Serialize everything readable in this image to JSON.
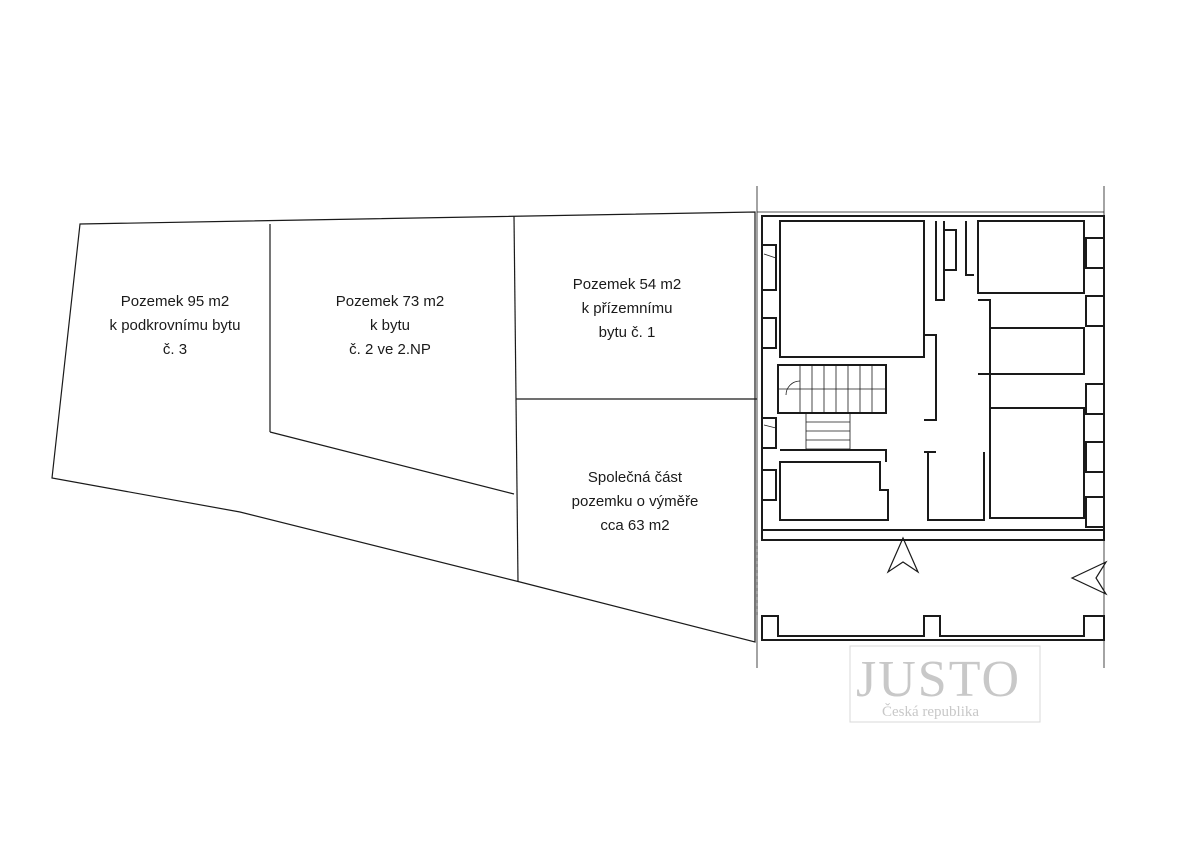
{
  "parcels": [
    {
      "id": "p95",
      "lines": [
        "Pozemek 95 m2",
        "k podkrovnímu bytu",
        "č. 3"
      ]
    },
    {
      "id": "p73",
      "lines": [
        "Pozemek 73 m2",
        "k bytu",
        "č. 2 ve 2.NP"
      ]
    },
    {
      "id": "p54",
      "lines": [
        "Pozemek 54 m2",
        "k přízemnímu",
        "bytu č. 1"
      ]
    },
    {
      "id": "common",
      "lines": [
        "Společná část",
        "pozemku o výměře",
        "cca 63 m2"
      ]
    }
  ],
  "watermark": {
    "main": "JUSTO",
    "sub": "Česká republika"
  },
  "arrows": [
    "north-arrow-icon",
    "west-arrow-icon"
  ]
}
